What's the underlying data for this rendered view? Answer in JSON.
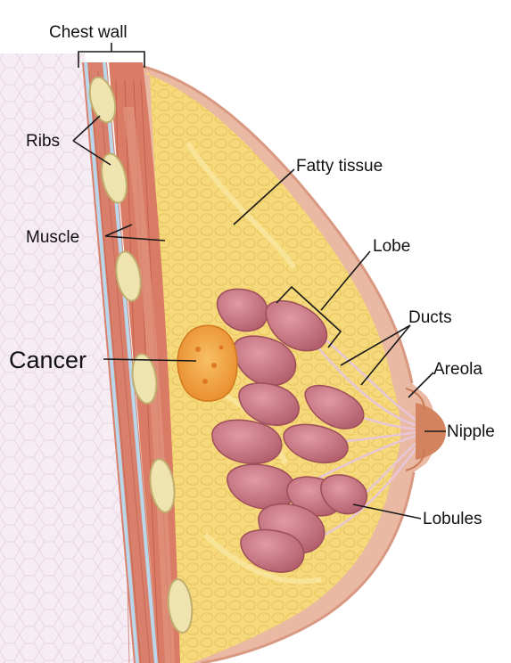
{
  "labels": {
    "chest_wall": "Chest wall",
    "ribs": "Ribs",
    "muscle": "Muscle",
    "cancer": "Cancer",
    "fatty_tissue": "Fatty tissue",
    "lobe": "Lobe",
    "ducts": "Ducts",
    "areola": "Areola",
    "nipple": "Nipple",
    "lobules": "Lobules"
  },
  "colors": {
    "fat": "#f5d97a",
    "fat_light": "#fbe9a6",
    "skin": "#e9b9a4",
    "skin_edge": "#d99880",
    "muscle": "#d97b65",
    "muscle_stripe": "#b9513f",
    "rib": "#efe3b0",
    "lobule": "#c97a86",
    "lobule_dark": "#9e4d5b",
    "cancer": "#f3a645",
    "nipple": "#d3845e",
    "chest_tissue": "#f3e7f0"
  }
}
